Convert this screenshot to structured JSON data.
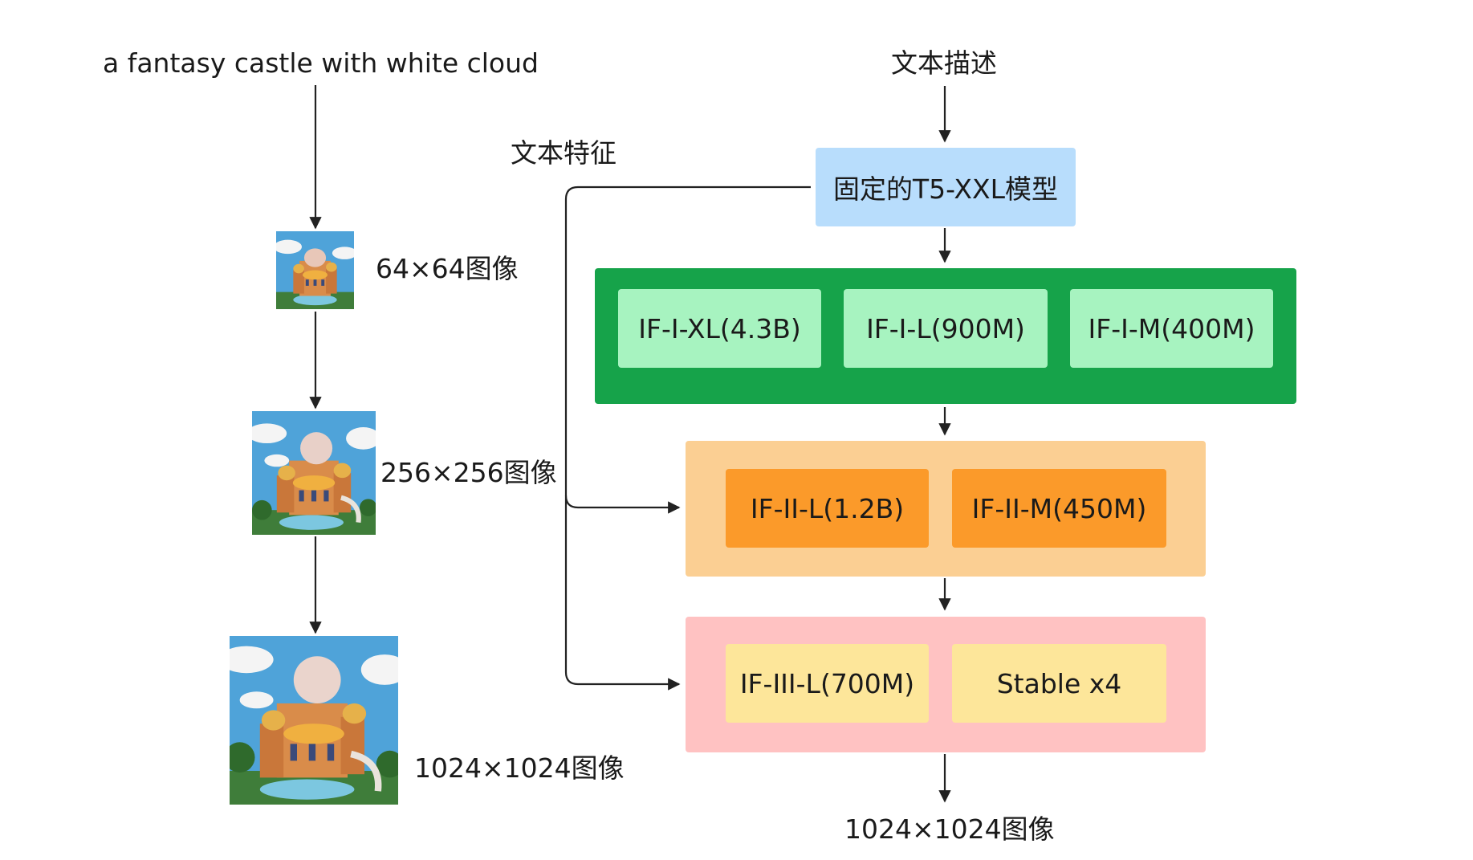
{
  "left": {
    "prompt": "a fantasy castle with white cloud",
    "img64_label": "64×64图像",
    "img256_label": "256×256图像",
    "img1024_label": "1024×1024图像"
  },
  "right": {
    "text_desc": "文本描述",
    "text_feature": "文本特征",
    "t5_label": "固定的T5-XXL模型",
    "stage1": [
      "IF-I-XL(4.3B)",
      "IF-I-L(900M)",
      "IF-I-M(400M)"
    ],
    "stage2": [
      "IF-II-L(1.2B)",
      "IF-II-M(450M)"
    ],
    "stage3": [
      "IF-III-L(700M)",
      "Stable x4"
    ],
    "output_label": "1024×1024图像"
  },
  "colors": {
    "t5": "#b8ddfc",
    "stage1_panel": "#16a34a",
    "stage1_chip": "#a7f3c0",
    "stage2_panel": "#fbcf93",
    "stage2_chip": "#fb9a2a",
    "stage3_panel": "#ffc2c2",
    "stage3_chip": "#fde69a",
    "arrow": "#222222"
  }
}
